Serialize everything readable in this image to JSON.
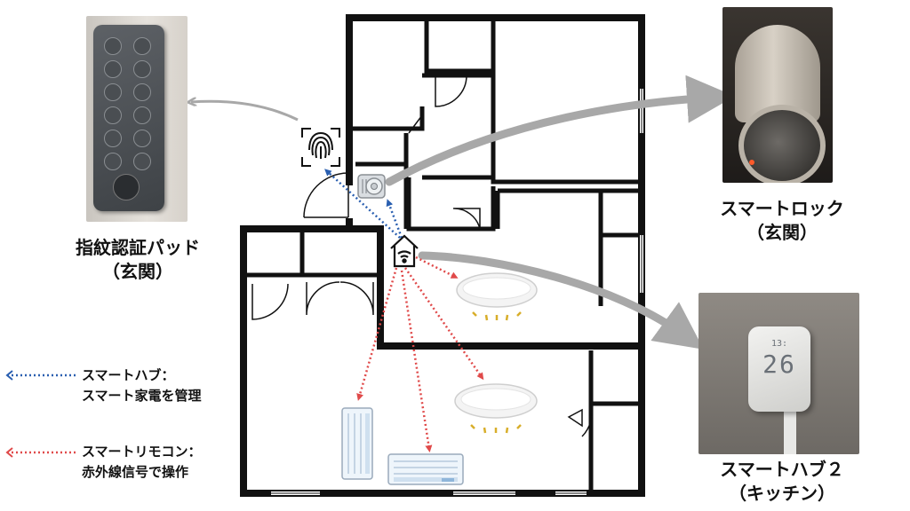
{
  "left_device": {
    "label_line1": "指紋認証パッド",
    "label_line2": "（玄関）"
  },
  "right_top_device": {
    "label_line1": "スマートロック",
    "label_line2": "（玄関）"
  },
  "right_bottom_device": {
    "label_line1": "スマートハブ２",
    "label_line2": "（キッチン）",
    "display_top": "13:",
    "display_main": "26"
  },
  "legend": {
    "blue": {
      "color": "#2a5fb0",
      "line1": "スマートハブ：",
      "line2": "スマート家電を管理"
    },
    "red": {
      "color": "#e04a4a",
      "line1": "スマートリモコン：",
      "line2": "赤外線信号で操作"
    }
  },
  "colors": {
    "arrow_gray": "#a8a8a8",
    "wall": "#111111"
  },
  "icons": [
    "fingerprint-icon",
    "lock-cylinder-icon",
    "hub-icon",
    "ceiling-light-icon",
    "air-conditioner-icon"
  ]
}
